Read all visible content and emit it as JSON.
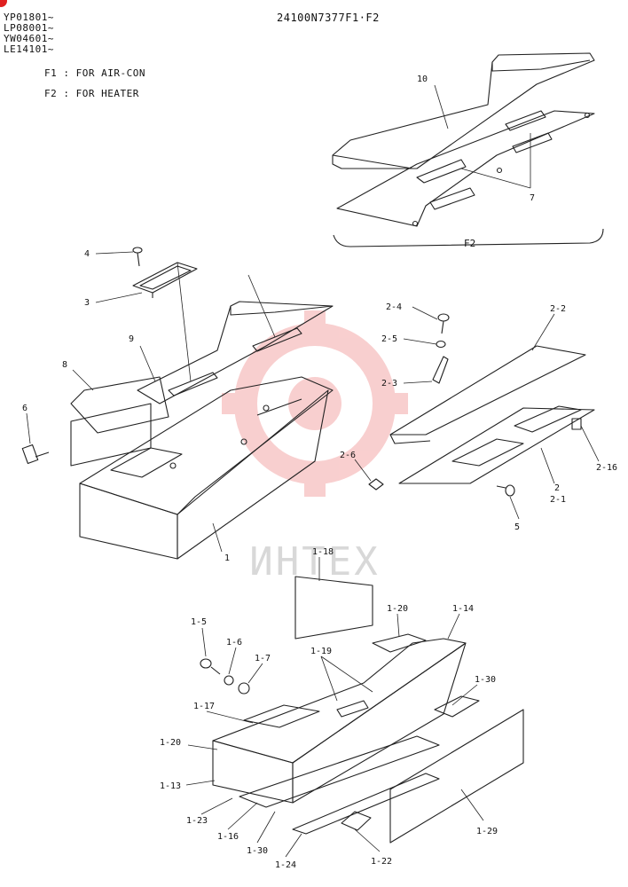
{
  "header": {
    "serials": [
      "YP01801~",
      "LP08001~",
      "YW04601~",
      "LE14101~"
    ],
    "drawing_code": "24100N7377F1·F2",
    "notes": [
      "F1 : FOR AIR-CON",
      "F2 : FOR HEATER"
    ]
  },
  "group_label": "F2",
  "watermark": {
    "text": "ИНТЕХ",
    "color": "#f2b8b8"
  },
  "callouts": [
    "10",
    "7",
    "4",
    "3",
    "9",
    "8",
    "6",
    "1",
    "2-4",
    "2-2",
    "2-5",
    "2-3",
    "2-6",
    "2-16",
    "2",
    "2-1",
    "5",
    "1-18",
    "1-14",
    "1-20",
    "1-5",
    "1-6",
    "1-7",
    "1-19",
    "1-30",
    "1-17",
    "1-20",
    "1-13",
    "1-23",
    "1-16",
    "1-30",
    "1-24",
    "1-22",
    "1-29"
  ],
  "colors": {
    "line": "#222222",
    "accent": "#e02020"
  }
}
